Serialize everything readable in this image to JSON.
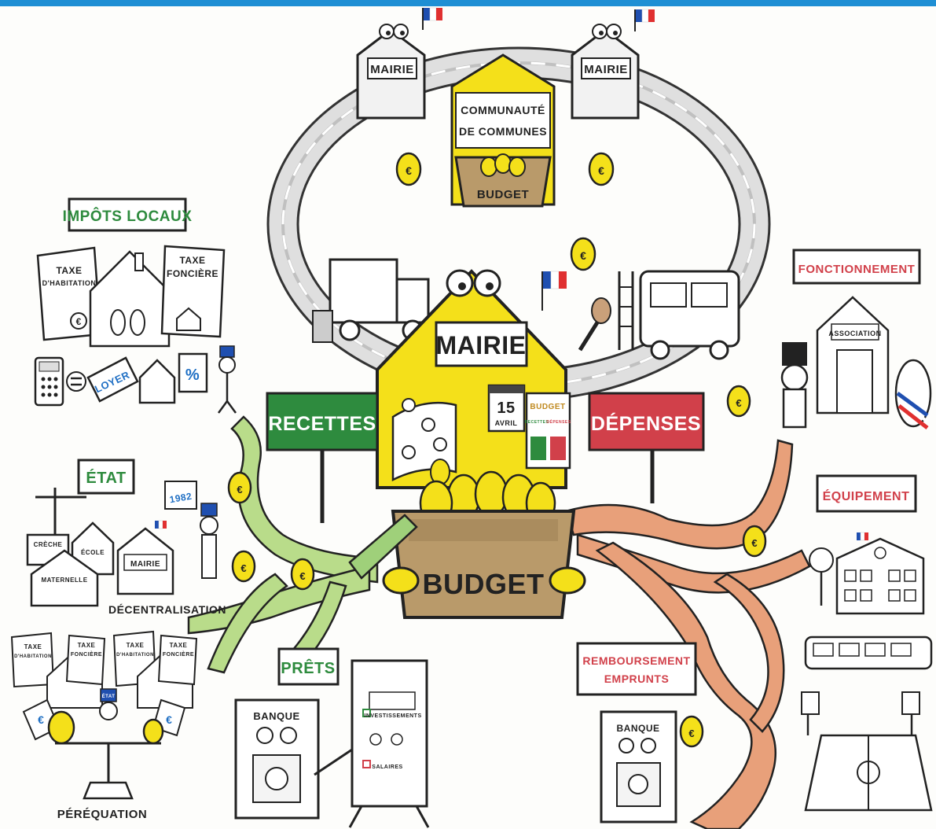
{
  "header_bar_color": "#1f8fd4",
  "center": {
    "mairie_label": "MAIRIE",
    "budget_label": "BUDGET",
    "calendar_day": "15",
    "calendar_month": "AVRIL",
    "board_title": "BUDGET",
    "board_recettes": "RECETTES",
    "board_depenses": "DÉPENSES"
  },
  "top": {
    "mairie_left": "MAIRIE",
    "mairie_right": "MAIRIE",
    "communaute_line1": "COMMUNAUTÉ",
    "communaute_line2": "DE COMMUNES",
    "budget_label": "BUDGET"
  },
  "recettes": {
    "sign": "RECETTES",
    "sign_color": "#2e8b3e",
    "impots_locaux": {
      "heading": "IMPÔTS LOCAUX",
      "taxe_habitation_line1": "TAXE",
      "taxe_habitation_line2": "D'HABITATION",
      "taxe_fonciere_line1": "TAXE",
      "taxe_fonciere_line2": "FONCIÈRE",
      "loyer": "LOYER",
      "percent": "%"
    },
    "etat": {
      "heading": "ÉTAT",
      "year": "1982",
      "creche": "CRÈCHE",
      "ecole": "ÉCOLE",
      "maternelle": "MATERNELLE",
      "mairie": "MAIRIE",
      "decentralisation": "DÉCENTRALISATION"
    },
    "perequation": {
      "label": "PÉRÉQUATION",
      "taxe_h1_line1": "TAXE",
      "taxe_h1_line2": "D'HABITATION",
      "taxe_f1_line1": "TAXE",
      "taxe_f1_line2": "FONCIÈRE",
      "taxe_h2_line1": "TAXE",
      "taxe_h2_line2": "D'HABITATION",
      "taxe_f2_line1": "TAXE",
      "taxe_f2_line2": "FONCIÈRE",
      "hat_label": "ÉTAT"
    },
    "prets": {
      "heading": "PRÊTS",
      "banque": "BANQUE",
      "investissements": "INVESTISSEMENTS",
      "salaires": "SALAIRES"
    }
  },
  "depenses": {
    "sign": "DÉPENSES",
    "sign_color": "#d1404a",
    "fonctionnement": {
      "heading": "FONCTIONNEMENT",
      "association": "ASSOCIATION"
    },
    "equipement": {
      "heading": "ÉQUIPEMENT"
    },
    "remboursement": {
      "heading_line1": "REMBOURSEMENT",
      "heading_line2": "EMPRUNTS",
      "banque": "BANQUE"
    }
  },
  "colors": {
    "green": "#2e8b3e",
    "red": "#d1404a",
    "yellow": "#f4e01a",
    "salmon": "#e8a07a",
    "light_green": "#b9dc8a",
    "basket": "#b99a6a"
  }
}
